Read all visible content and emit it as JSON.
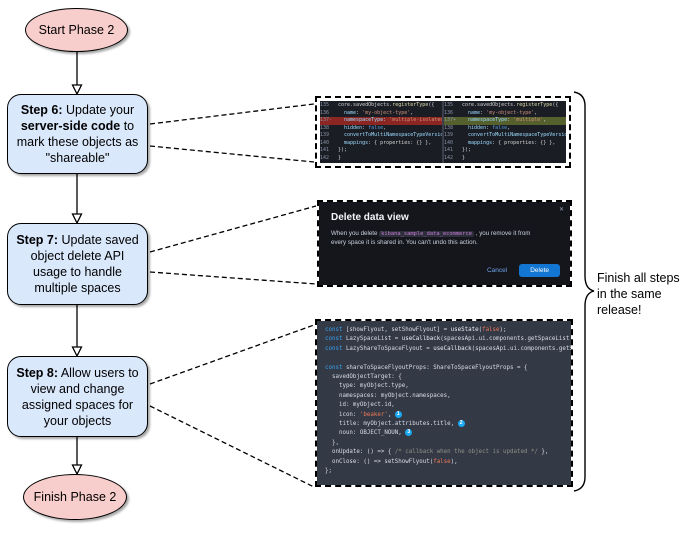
{
  "flowchart": {
    "start_label": "Start Phase 2",
    "finish_label": "Finish Phase 2",
    "note": "Finish all steps in the same release!",
    "step6": {
      "label": "Step 6:",
      "t1": " Update your ",
      "b1": "server-side code",
      "t2": " to mark these objects as \"shareable\""
    },
    "step7": {
      "label": "Step 7:",
      "t1": " Update saved object delete API usage to handle multiple spaces"
    },
    "step8": {
      "label": "Step 8:",
      "t1": " Allow users to view and change assigned spaces for your objects"
    }
  },
  "diff_screenshot": {
    "left_lines": [
      {
        "num": "135",
        "tokens": [
          [
            "pl",
            "core.savedObjects."
          ],
          [
            "fn",
            "registerType"
          ],
          [
            "pl",
            "({"
          ]
        ]
      },
      {
        "num": "136",
        "tokens": [
          [
            "prop",
            "  name"
          ],
          [
            "pl",
            ": "
          ],
          [
            "str",
            "'my-object-type'"
          ],
          [
            "pl",
            ","
          ]
        ]
      },
      {
        "num": "137-",
        "hl": "red",
        "tokens": [
          [
            "prop",
            "  namespaceType"
          ],
          [
            "pl",
            ": "
          ],
          [
            "str",
            "'multiple-isolated'"
          ],
          [
            "pl",
            ","
          ]
        ]
      },
      {
        "num": "138",
        "tokens": [
          [
            "prop",
            "  hidden"
          ],
          [
            "pl",
            ": "
          ],
          [
            "lit",
            "false"
          ],
          [
            "pl",
            ","
          ]
        ]
      },
      {
        "num": "139",
        "tokens": [
          [
            "prop",
            "  convertToMultiNamespaceTypeVersion"
          ],
          [
            "pl",
            ": "
          ],
          [
            "str",
            "'"
          ]
        ]
      },
      {
        "num": "140",
        "tokens": [
          [
            "prop",
            "  mappings"
          ],
          [
            "pl",
            ": { properties: {} },"
          ]
        ]
      },
      {
        "num": "141",
        "tokens": [
          [
            "pl",
            "});"
          ]
        ]
      },
      {
        "num": "142",
        "tokens": [
          [
            "pl",
            "}"
          ]
        ]
      }
    ],
    "right_lines": [
      {
        "num": "135",
        "tokens": [
          [
            "pl",
            "core.savedObjects."
          ],
          [
            "fn",
            "registerType"
          ],
          [
            "pl",
            "({"
          ]
        ]
      },
      {
        "num": "136",
        "tokens": [
          [
            "prop",
            "  name"
          ],
          [
            "pl",
            ": "
          ],
          [
            "str",
            "'my-object-type'"
          ],
          [
            "pl",
            ","
          ]
        ]
      },
      {
        "num": "137+",
        "hl": "green",
        "tokens": [
          [
            "prop",
            "  namespaceType"
          ],
          [
            "pl",
            ": "
          ],
          [
            "str",
            "'multiple'"
          ],
          [
            "pl",
            ","
          ]
        ]
      },
      {
        "num": "138",
        "tokens": [
          [
            "prop",
            "  hidden"
          ],
          [
            "pl",
            ": "
          ],
          [
            "lit",
            "false"
          ],
          [
            "pl",
            ","
          ]
        ]
      },
      {
        "num": "139",
        "tokens": [
          [
            "prop",
            "  convertToMultiNamespaceTypeVersion"
          ],
          [
            "pl",
            ": "
          ],
          [
            "str",
            "'"
          ]
        ]
      },
      {
        "num": "140",
        "tokens": [
          [
            "prop",
            "  mappings"
          ],
          [
            "pl",
            ": { properties: {} },"
          ]
        ]
      },
      {
        "num": "141",
        "tokens": [
          [
            "pl",
            "});"
          ]
        ]
      },
      {
        "num": "142",
        "tokens": [
          [
            "pl",
            "}"
          ]
        ]
      }
    ]
  },
  "modal_screenshot": {
    "title": "Delete data view",
    "close_icon": "✕",
    "body_before": "When you delete ",
    "inline_code": "kibana_sample_data_ecommerce",
    "body_after": " , you remove it from every space it is shared in. You can't undo this action.",
    "cancel_label": "Cancel",
    "delete_label": "Delete"
  },
  "code_screenshot": {
    "lines": [
      {
        "tokens": [
          [
            "kw",
            "const"
          ],
          [
            "pl",
            " [showFlyout, setShowFlyout] = "
          ],
          [
            "fn",
            "useState"
          ],
          [
            "pl",
            "("
          ],
          [
            "lit",
            "false"
          ],
          [
            "pl",
            ");"
          ]
        ]
      },
      {
        "tokens": [
          [
            "kw",
            "const"
          ],
          [
            "pl",
            " LazySpaceList = "
          ],
          [
            "fn",
            "useCallback"
          ],
          [
            "pl",
            "(spacesApi.ui.components.getSpaceList"
          ]
        ]
      },
      {
        "tokens": [
          [
            "kw",
            "const"
          ],
          [
            "pl",
            " LazyShareToSpaceFlyout = "
          ],
          [
            "fn",
            "useCallback"
          ],
          [
            "pl",
            "(spacesApi.ui.components.getS"
          ]
        ]
      },
      {
        "tokens": []
      },
      {
        "tokens": [
          [
            "kw",
            "const"
          ],
          [
            "pl",
            " shareToSpaceFlyoutProps: ShareToSpaceFlyoutProps = {"
          ]
        ]
      },
      {
        "tokens": [
          [
            "pl",
            "  savedObjectTarget: {"
          ]
        ]
      },
      {
        "tokens": [
          [
            "pl",
            "    type: myObject.type,"
          ]
        ]
      },
      {
        "tokens": [
          [
            "pl",
            "    namespaces: myObject.namespaces,"
          ]
        ]
      },
      {
        "tokens": [
          [
            "pl",
            "    id: myObject.id,"
          ]
        ]
      },
      {
        "tokens": [
          [
            "pl",
            "    icon: "
          ],
          [
            "str",
            "'beaker'"
          ],
          [
            "pl",
            ", "
          ],
          [
            "badge",
            "1"
          ]
        ]
      },
      {
        "tokens": [
          [
            "pl",
            "    title: myObject.attributes.title, "
          ],
          [
            "badge",
            "2"
          ]
        ]
      },
      {
        "tokens": [
          [
            "pl",
            "    noun: OBJECT_NOUN, "
          ],
          [
            "badge",
            "3"
          ]
        ]
      },
      {
        "tokens": [
          [
            "pl",
            "  },"
          ]
        ]
      },
      {
        "tokens": [
          [
            "pl",
            "  onUpdate: () => { "
          ],
          [
            "com",
            "/* callback when the object is updated */"
          ],
          [
            "pl",
            " },"
          ]
        ]
      },
      {
        "tokens": [
          [
            "pl",
            "  onClose: () => setShowFlyout("
          ],
          [
            "lit",
            "false"
          ],
          [
            "pl",
            "),"
          ]
        ]
      },
      {
        "tokens": [
          [
            "pl",
            "};"
          ]
        ]
      }
    ]
  },
  "colors": {
    "terminal_fill": "#f8cecc",
    "step_fill": "#dae8fc",
    "diff_removed_bg": "#8c2622",
    "diff_added_bg": "#55602c",
    "delete_button_blue": "#1276d2",
    "badge_blue": "#1ba9f5"
  }
}
